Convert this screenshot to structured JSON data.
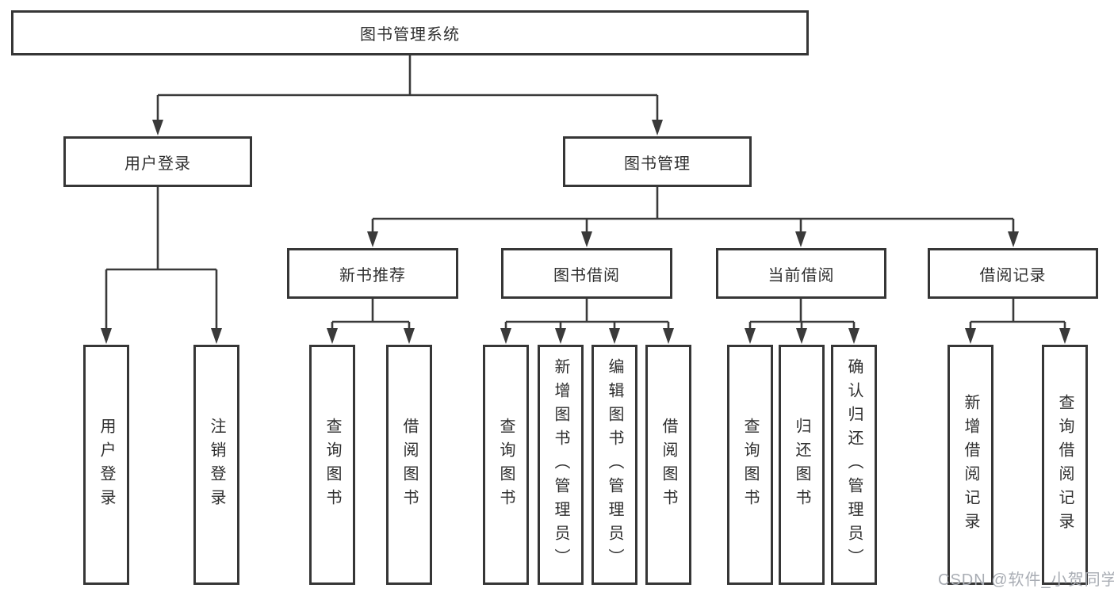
{
  "diagram": {
    "watermark": "CSDN @软件_小贺同学",
    "colors": {
      "line": "#3a3a3a",
      "box_border": "#363636",
      "text": "#2f2f2f",
      "watermark": "#a9adb4",
      "background": "#ffffff"
    },
    "root": {
      "label": "图书管理系统",
      "children": [
        {
          "label": "用户登录",
          "children": [
            {
              "label": "用户登录"
            },
            {
              "label": "注销登录"
            }
          ]
        },
        {
          "label": "图书管理",
          "children": [
            {
              "label": "新书推荐",
              "children": [
                {
                  "label": "查询图书"
                },
                {
                  "label": "借阅图书"
                }
              ]
            },
            {
              "label": "图书借阅",
              "children": [
                {
                  "label": "查询图书"
                },
                {
                  "label": "新增图书（管理员）"
                },
                {
                  "label": "编辑图书（管理员）"
                },
                {
                  "label": "借阅图书"
                }
              ]
            },
            {
              "label": "当前借阅",
              "children": [
                {
                  "label": "查询图书"
                },
                {
                  "label": "归还图书"
                },
                {
                  "label": "确认归还（管理员）"
                }
              ]
            },
            {
              "label": "借阅记录",
              "children": [
                {
                  "label": "新增借阅记录"
                },
                {
                  "label": "查询借阅记录"
                }
              ]
            }
          ]
        }
      ]
    }
  }
}
